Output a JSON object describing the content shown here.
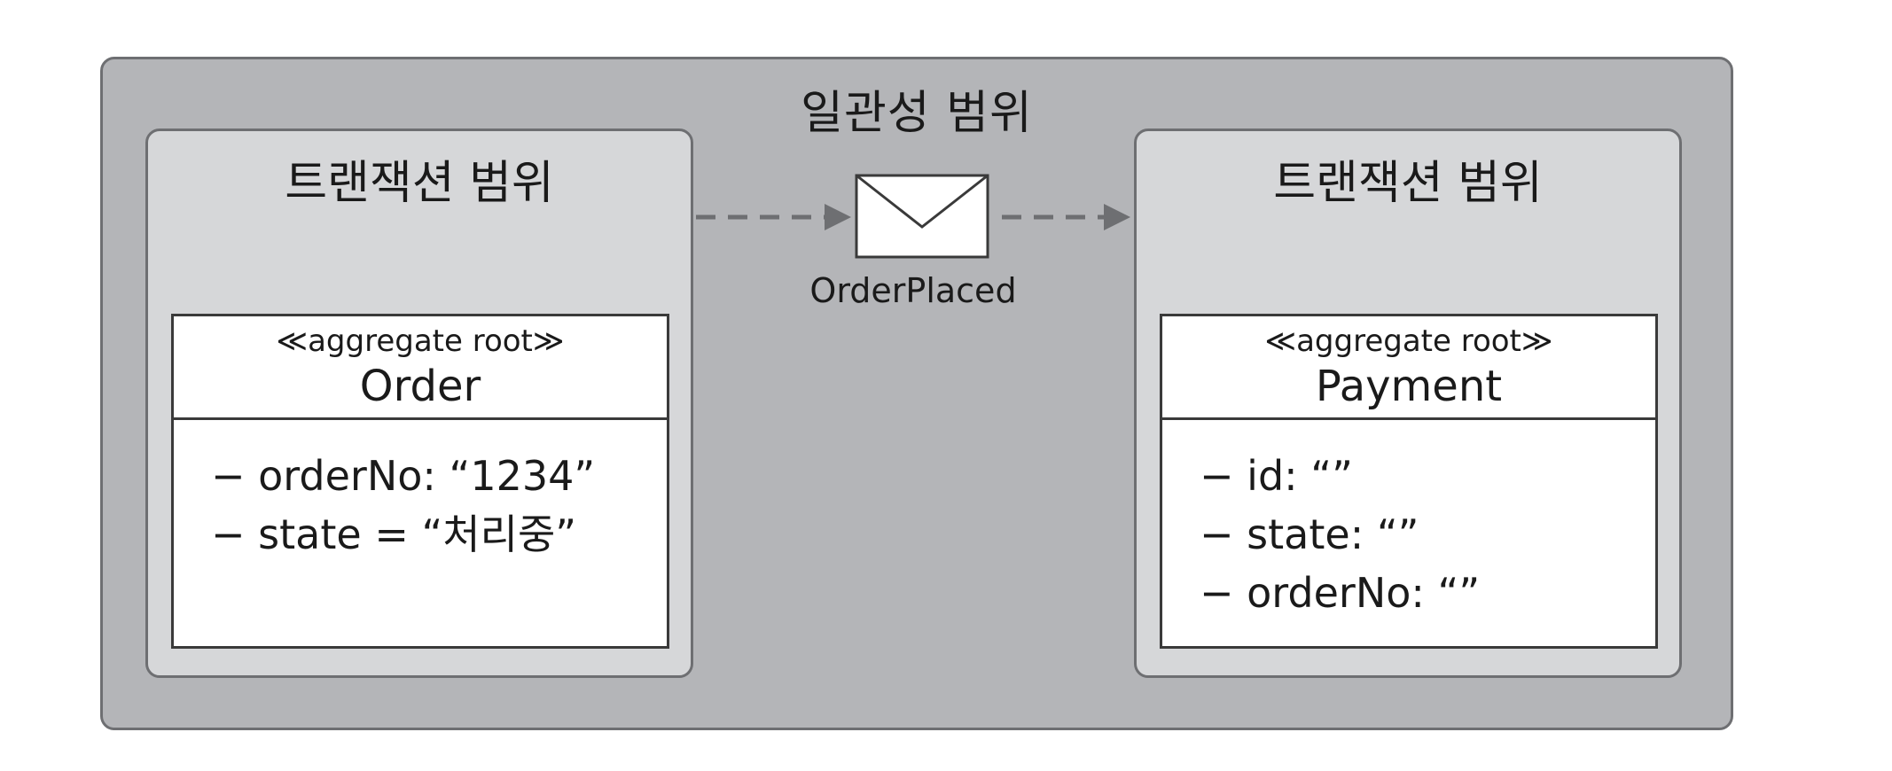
{
  "consistency_scope": {
    "title": "일관성 범위"
  },
  "left_transaction": {
    "title": "트랜잭션 범위",
    "aggregate": {
      "stereotype": "≪aggregate root≫",
      "name": "Order",
      "attributes": [
        "− orderNo: “1234”",
        "− state = “처리중”"
      ]
    }
  },
  "right_transaction": {
    "title": "트랜잭션 범위",
    "aggregate": {
      "stereotype": "≪aggregate root≫",
      "name": "Payment",
      "attributes": [
        "− id: “”",
        "− state: “”",
        "− orderNo: “”"
      ]
    }
  },
  "event": {
    "name": "OrderPlaced",
    "icon": "envelope-icon"
  },
  "colors": {
    "outer_fill": "#b4b5b8",
    "inner_fill": "#d6d7d9",
    "border": "#6e6f72",
    "arrow": "#6e6f72"
  }
}
